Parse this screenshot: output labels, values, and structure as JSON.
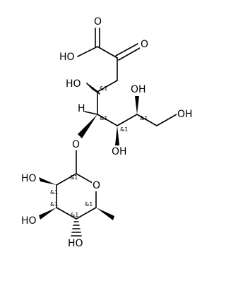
{
  "labels": {
    "ho_acid": "HO",
    "o_carbonyl_acid": "O",
    "o_ketone": "O",
    "ho_c4": "HO",
    "h_c5": "H",
    "o_ether": "O",
    "oh_c7": "OH",
    "oh_c6": "OH",
    "oh_c8": "OH",
    "ho_ring_c2": "HO",
    "o_ring": "O",
    "ho_ring_c3": "HO",
    "ho_ring_c4": "HO"
  },
  "stereo": {
    "c4": "&1",
    "c5": "&1",
    "c6": "&1",
    "c7": "&1",
    "ring_c1": "&1",
    "ring_c2": "&1",
    "ring_c3": "&1",
    "ring_c4": "&1",
    "ring_c5": "&1"
  }
}
